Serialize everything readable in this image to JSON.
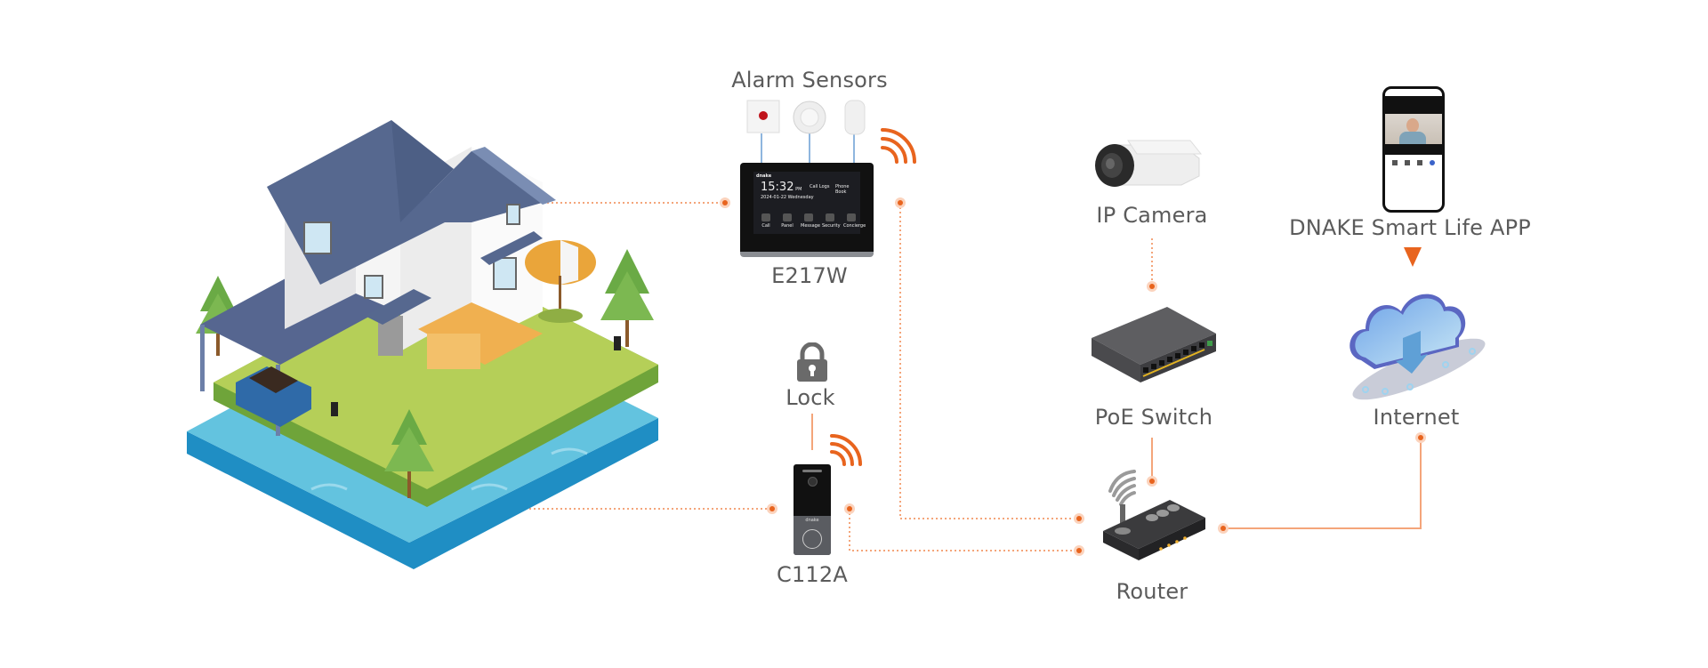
{
  "diagram": {
    "title": "DNAKE smart home intercom system topology",
    "accent_color": "#e8641e",
    "link_color": "#f4a57a",
    "label_color": "#5b5b5b",
    "nodes": {
      "house": {
        "label": ""
      },
      "alarm_sensors": {
        "label": "Alarm Sensors",
        "items": [
          "emergency-button",
          "smoke-detector",
          "pir-motion-sensor"
        ]
      },
      "e217w": {
        "label": "E217W",
        "screen": {
          "brand": "dnake",
          "time": "15:32",
          "time_suffix": "PM",
          "date": "2024-01-22 Wednesday",
          "call_logs": "Call Logs",
          "phone_book": "Phone Book",
          "apps": [
            "Call",
            "Panel",
            "Message",
            "Security",
            "Concierge"
          ]
        }
      },
      "lock": {
        "label": "Lock"
      },
      "c112a": {
        "label": "C112A",
        "brand": "dnake"
      },
      "ip_camera": {
        "label": "IP Camera"
      },
      "poe_switch": {
        "label": "PoE Switch"
      },
      "router": {
        "label": "Router"
      },
      "app": {
        "label": "DNAKE Smart Life APP"
      },
      "internet": {
        "label": "Internet"
      }
    },
    "connections": [
      {
        "from": "house",
        "to": "e217w",
        "style": "dotted"
      },
      {
        "from": "house",
        "to": "c112a",
        "style": "dotted"
      },
      {
        "from": "alarm_sensors",
        "to": "e217w",
        "style": "solid-blue"
      },
      {
        "from": "lock",
        "to": "c112a",
        "style": "solid"
      },
      {
        "from": "e217w",
        "to": "router",
        "style": "dotted"
      },
      {
        "from": "c112a",
        "to": "router",
        "style": "dotted"
      },
      {
        "from": "ip_camera",
        "to": "poe_switch",
        "style": "dotted"
      },
      {
        "from": "poe_switch",
        "to": "router",
        "style": "solid"
      },
      {
        "from": "router",
        "to": "internet",
        "style": "solid"
      },
      {
        "from": "app",
        "to": "internet",
        "style": "arrow"
      }
    ],
    "wireless": [
      "e217w",
      "c112a"
    ]
  }
}
